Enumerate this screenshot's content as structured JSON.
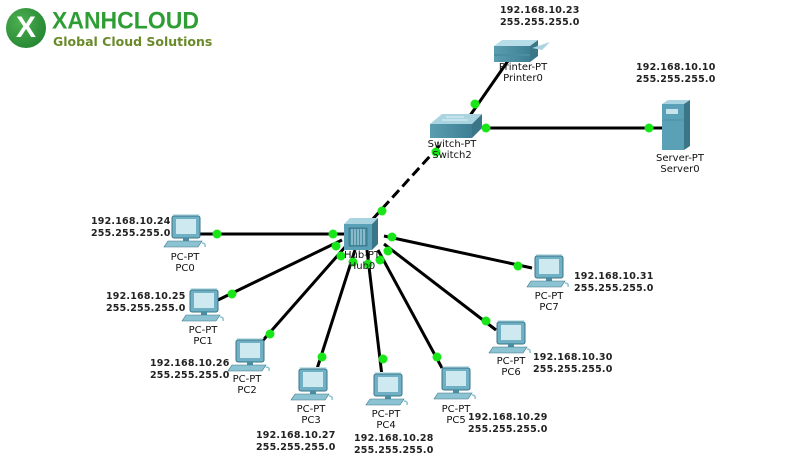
{
  "logo": {
    "mark": "X",
    "title": "XANHCLOUD",
    "subtitle": "Global Cloud Solutions",
    "colors": {
      "primary": "#2e9e34",
      "secondary": "#6a8a2a"
    }
  },
  "link_colors": {
    "cable": "#000000",
    "port_up": "#19e619"
  },
  "devices": {
    "printer0": {
      "type": "Printer-PT",
      "name": "Printer0",
      "ip": "192.168.10.23",
      "mask": "255.255.255.0"
    },
    "switch2": {
      "type": "Switch-PT",
      "name": "Switch2"
    },
    "server0": {
      "type": "Server-PT",
      "name": "Server0",
      "ip": "192.168.10.10",
      "mask": "255.255.255.0"
    },
    "hub0": {
      "type": "Hub-PT",
      "name": "Hub0"
    },
    "pc0": {
      "type": "PC-PT",
      "name": "PC0",
      "ip": "192.168.10.24",
      "mask": "255.255.255.0"
    },
    "pc1": {
      "type": "PC-PT",
      "name": "PC1",
      "ip": "192.168.10.25",
      "mask": "255.255.255.0"
    },
    "pc2": {
      "type": "PC-PT",
      "name": "PC2",
      "ip": "192.168.10.26",
      "mask": "255.255.255.0"
    },
    "pc3": {
      "type": "PC-PT",
      "name": "PC3",
      "ip": "192.168.10.27",
      "mask": "255.255.255.0"
    },
    "pc4": {
      "type": "PC-PT",
      "name": "PC4",
      "ip": "192.168.10.28",
      "mask": "255.255.255.0"
    },
    "pc5": {
      "type": "PC-PT",
      "name": "PC5",
      "ip": "192.168.10.29",
      "mask": "255.255.255.0"
    },
    "pc6": {
      "type": "PC-PT",
      "name": "PC6",
      "ip": "192.168.10.30",
      "mask": "255.255.255.0"
    },
    "pc7": {
      "type": "PC-PT",
      "name": "PC7",
      "ip": "192.168.10.31",
      "mask": "255.255.255.0"
    }
  },
  "links": [
    {
      "from": "switch2",
      "to": "printer0",
      "style": "solid"
    },
    {
      "from": "switch2",
      "to": "server0",
      "style": "solid"
    },
    {
      "from": "hub0",
      "to": "switch2",
      "style": "dashed"
    },
    {
      "from": "hub0",
      "to": "pc0",
      "style": "solid"
    },
    {
      "from": "hub0",
      "to": "pc1",
      "style": "solid"
    },
    {
      "from": "hub0",
      "to": "pc2",
      "style": "solid"
    },
    {
      "from": "hub0",
      "to": "pc3",
      "style": "solid"
    },
    {
      "from": "hub0",
      "to": "pc4",
      "style": "solid"
    },
    {
      "from": "hub0",
      "to": "pc5",
      "style": "solid"
    },
    {
      "from": "hub0",
      "to": "pc6",
      "style": "solid"
    },
    {
      "from": "hub0",
      "to": "pc7",
      "style": "solid"
    }
  ]
}
